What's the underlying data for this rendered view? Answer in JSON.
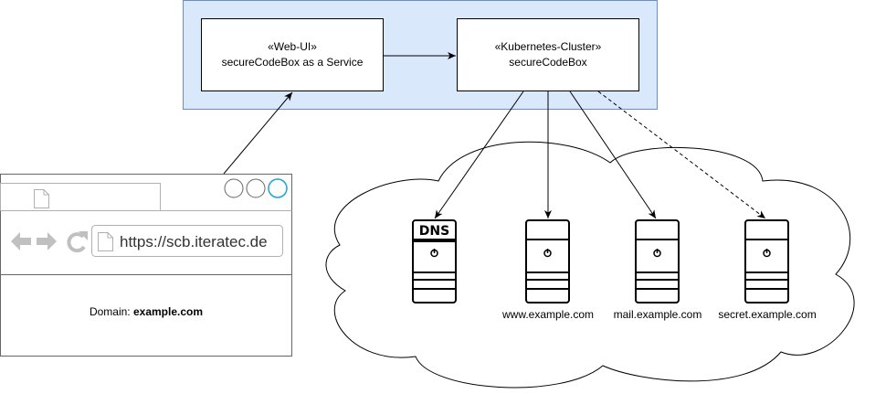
{
  "boxes": {
    "webui": {
      "stereotype": "«Web-UI»",
      "name": "secureCodeBox as a Service"
    },
    "cluster": {
      "stereotype": "«Kubernetes-Cluster»",
      "name": "secureCodeBox"
    }
  },
  "browser": {
    "url": "https://scb.iteratec.de",
    "domain_prefix": "Domain: ",
    "domain_value": "example.com"
  },
  "servers": {
    "dns_badge": "DNS",
    "www": "www.example.com",
    "mail": "mail.example.com",
    "secret": "secret.example.com"
  },
  "colors": {
    "group_fill": "#dae8fc",
    "group_stroke": "#6c8ebf",
    "highlight_circle": "#1ba1e2",
    "nav_icon": "#c0c0c0"
  }
}
